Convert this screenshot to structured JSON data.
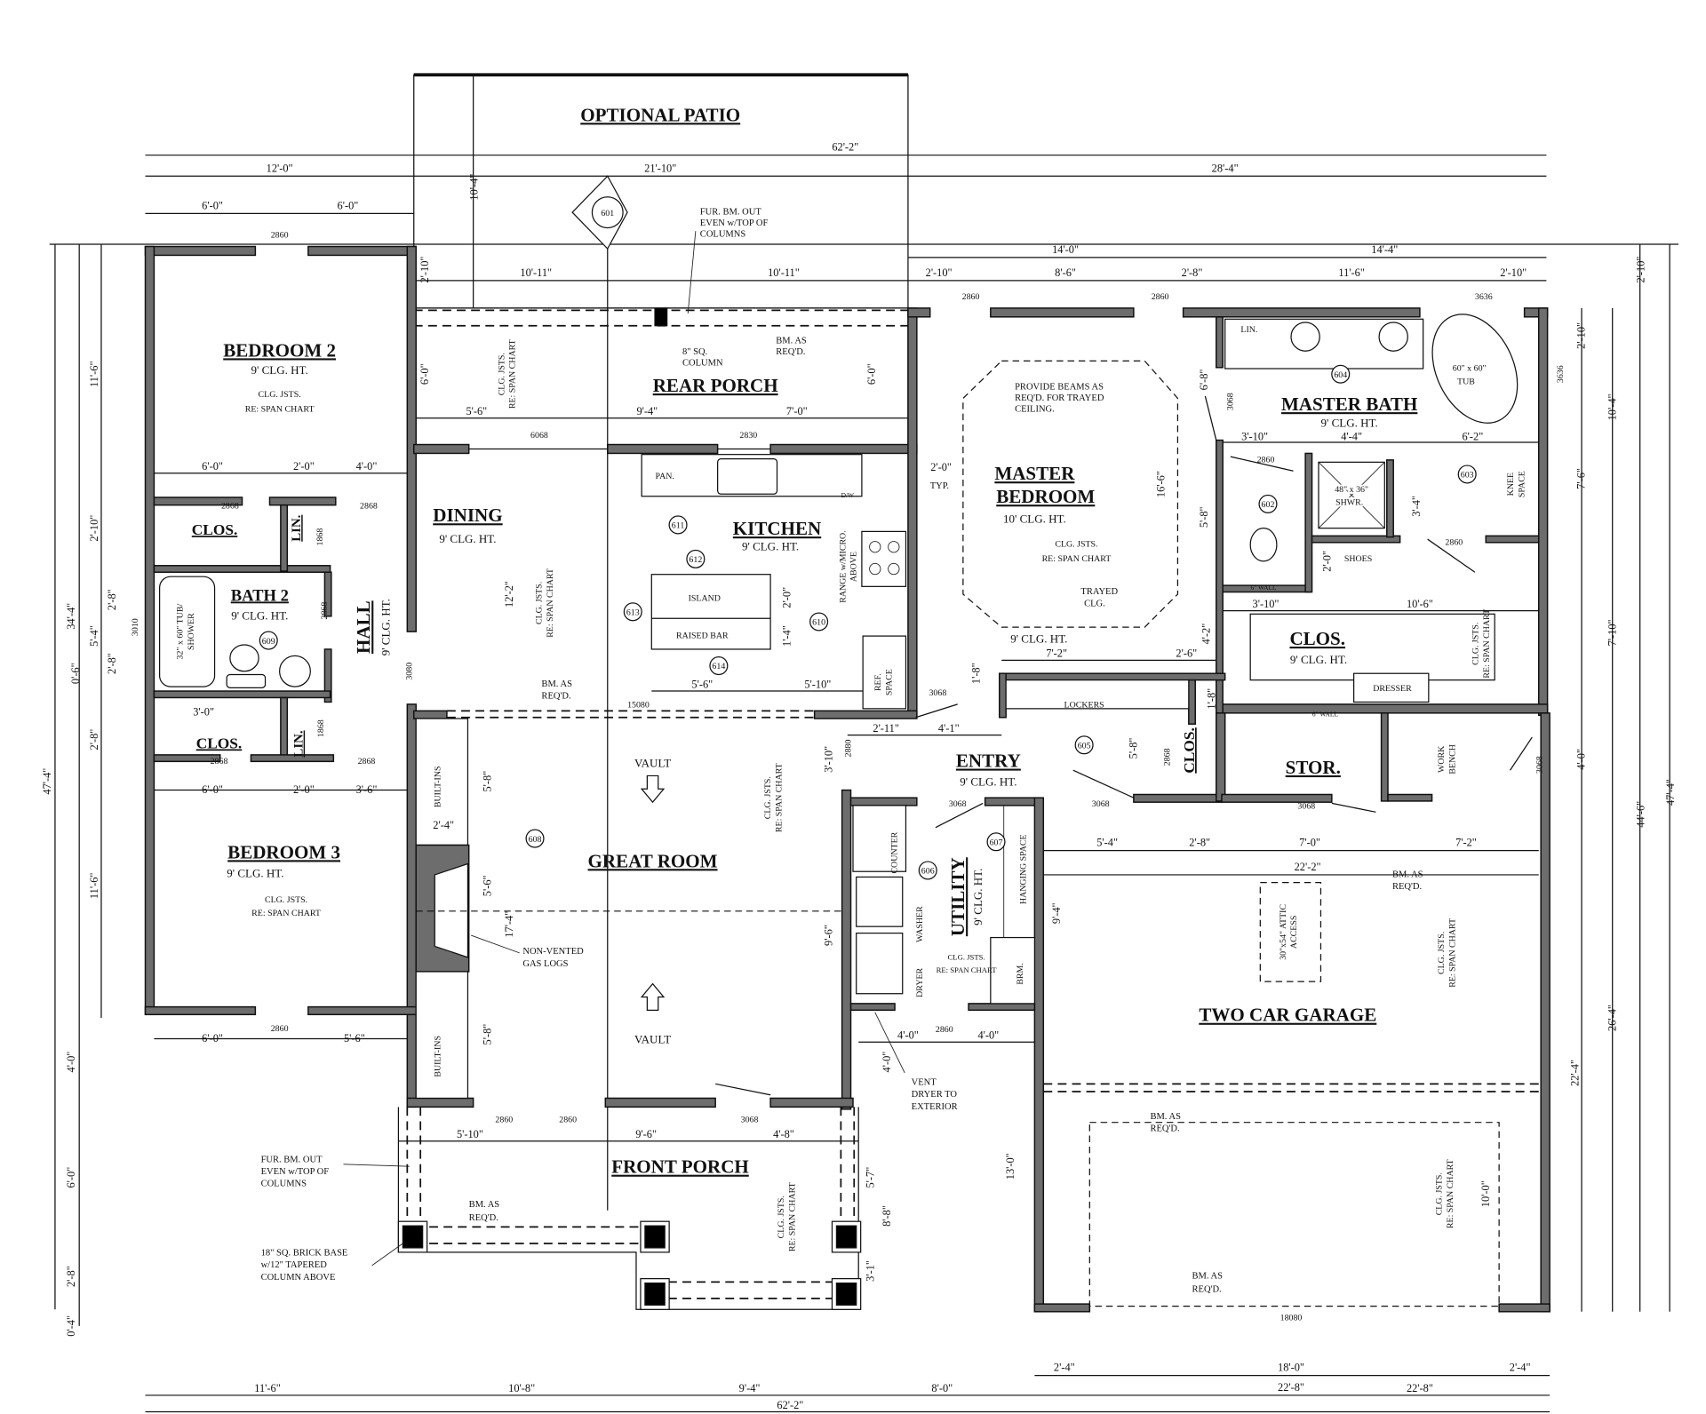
{
  "rooms": {
    "optional_patio": {
      "name": "OPTIONAL PATIO"
    },
    "rear_porch": {
      "name": "REAR PORCH"
    },
    "bedroom2": {
      "name": "BEDROOM 2",
      "ceiling": "9' CLG. HT.",
      "joists": "CLG. JSTS.",
      "span": "RE: SPAN CHART"
    },
    "closet1": {
      "name": "CLOS."
    },
    "linen1": {
      "name": "LIN."
    },
    "bath2": {
      "name": "BATH 2",
      "ceiling": "9' CLG. HT.",
      "tub": "32\" x 60\" TUB/",
      "tub2": "SHOWER"
    },
    "hall": {
      "name": "HALL",
      "ceiling": "9' CLG. HT."
    },
    "closet2": {
      "name": "CLOS."
    },
    "linen2": {
      "name": "LIN."
    },
    "bedroom3": {
      "name": "BEDROOM 3",
      "ceiling": "9' CLG. HT.",
      "joists": "CLG. JSTS.",
      "span": "RE: SPAN CHART"
    },
    "dining": {
      "name": "DINING",
      "ceiling": "9' CLG. HT.",
      "joists": "CLG. JSTS.",
      "span": "RE: SPAN CHART"
    },
    "kitchen": {
      "name": "KITCHEN",
      "ceiling": "9' CLG. HT.",
      "pantry": "PAN.",
      "dishwasher": "D/W",
      "island": "ISLAND",
      "raised_bar": "RAISED BAR",
      "range": "RANGE w/MICRO.",
      "range2": "ABOVE",
      "ref": "REF.",
      "ref2": "SPACE"
    },
    "great_room": {
      "name": "GREAT ROOM",
      "vault_top": "VAULT",
      "vault_bottom": "VAULT",
      "builtins_top": "BUILT-INS",
      "builtins_bottom": "BUILT-INS",
      "joists": "CLG. JSTS.",
      "span": "RE: SPAN CHART"
    },
    "master_bedroom": {
      "name": "MASTER",
      "name2": "BEDROOM",
      "ceiling": "10' CLG. HT.",
      "ceiling_edge": "9' CLG. HT.",
      "joists": "CLG. JSTS.",
      "span": "RE: SPAN CHART"
    },
    "master_bath": {
      "name": "MASTER BATH",
      "ceiling": "9' CLG. HT.",
      "linen": "LIN.",
      "tub": "60\" x 60\"",
      "tub2": "TUB",
      "shower": "48\" x 36\"",
      "shower2": "SHWR.",
      "shoes": "SHOES",
      "knee": "KNEE",
      "knee2": "SPACE"
    },
    "master_closet": {
      "name": "CLOS.",
      "ceiling": "9' CLG. HT.",
      "dresser": "DRESSER",
      "joists": "CLG. JSTS.",
      "span": "RE: SPAN CHART"
    },
    "entry": {
      "name": "ENTRY",
      "ceiling": "9' CLG. HT.",
      "lockers": "LOCKERS"
    },
    "entry_closet": {
      "name": "CLOS."
    },
    "utility": {
      "name": "UTILITY",
      "ceiling": "9' CLG. HT.",
      "counter": "COUNTER",
      "washer": "WASHER",
      "dryer": "DRYER",
      "hanging": "HANGING SPACE",
      "broom": "BRM.",
      "joists": "CLG. JSTS.",
      "span": "RE: SPAN CHART"
    },
    "storage": {
      "name": "STOR.",
      "bench": "WORK",
      "bench2": "BENCH"
    },
    "garage": {
      "name": "TWO CAR GARAGE",
      "attic": "30\"x54\" ATTIC",
      "attic2": "ACCESS",
      "joists": "CLG. JSTS.",
      "span": "RE: SPAN CHART"
    },
    "front_porch": {
      "name": "FRONT PORCH",
      "joists": "CLG. JSTS.",
      "span": "RE: SPAN CHART"
    }
  },
  "notes": {
    "fur_beam_top": [
      "FUR. BM. OUT",
      "EVEN w/TOP OF",
      "COLUMNS"
    ],
    "column_8": [
      "8\" SQ.",
      "COLUMN"
    ],
    "beam_rear": [
      "BM. AS",
      "REQ'D."
    ],
    "rear_joists": [
      "CLG. JSTS.",
      "RE: SPAN CHART"
    ],
    "beam_kitchen": [
      "BM. AS",
      "REQ'D."
    ],
    "trayed_beams": [
      "PROVIDE BEAMS AS",
      "REQ'D. FOR TRAYED",
      "CEILING."
    ],
    "trayed": [
      "TRAYED",
      "CLG."
    ],
    "typ": "TYP.",
    "gas_logs": [
      "NON-VENTED",
      "GAS LOGS"
    ],
    "vent_dryer": [
      "VENT",
      "DRYER TO",
      "EXTERIOR"
    ],
    "beam_garage1": [
      "BM. AS",
      "REQ'D."
    ],
    "beam_garage2": [
      "BM. AS",
      "REQ'D."
    ],
    "beam_garage3": [
      "BM. AS",
      "REQ'D."
    ],
    "beam_front": [
      "BM. AS",
      "REQ'D."
    ],
    "fur_beam_front": [
      "FUR. BM. OUT",
      "EVEN w/TOP OF",
      "COLUMNS"
    ],
    "brick_base": [
      "18\" SQ. BRICK BASE",
      "w/12\" TAPERED",
      "COLUMN ABOVE"
    ],
    "six_wall": "6\" WALL"
  },
  "tags": [
    "601",
    "602",
    "603",
    "604",
    "605",
    "606",
    "607",
    "608",
    "609",
    "610",
    "611",
    "612",
    "613",
    "614"
  ],
  "dims": {
    "top": [
      "62'-2\"",
      "12'-0\"",
      "21'-10\"",
      "28'-4\"",
      "6'-0\"",
      "6'-0\"",
      "14'-0\"",
      "14'-4\"",
      "10'-11\"",
      "10'-11\"",
      "2'-10\"",
      "8'-6\"",
      "2'-8\"",
      "11'-6\"",
      "2'-10\""
    ],
    "rear": [
      "10'-4\"",
      "2'-10\"",
      "6'-0\"",
      "6'-0\"",
      "5'-6\"",
      "9'-4\"",
      "7'-0\""
    ],
    "left": [
      "47'-4\"",
      "34'-4\"",
      "11'-6\"",
      "2'-10\"",
      "5'-4\"",
      "2'-8\"",
      "2'-8\"",
      "0'-6\"",
      "2'-8\"",
      "11'-6\"",
      "4'-0\"",
      "6'-0\"",
      "2'-8\"",
      "0'-4\""
    ],
    "bed": [
      "6'-0\"",
      "2'-0\"",
      "4'-0\"",
      "3'-0\"",
      "6'-0\"",
      "2'-0\"",
      "3'-6\"",
      "6'-0\"",
      "5'-6\""
    ],
    "center": [
      "12'-2\"",
      "2'-0\"",
      "1'-4\"",
      "5'-6\"",
      "5'-10\"",
      "2'-4\"",
      "5'-8\"",
      "5'-6\"",
      "17'-4\"",
      "5'-8\"",
      "3'-10\"",
      "9'-6\"",
      "2'-11\"",
      "4'-1\"",
      "1'-8\"",
      "7'-2\"",
      "2'-6\"",
      "5'-8\"",
      "1'-8\"",
      "4'-0\"",
      "4'-0\"",
      "4'-0\"",
      "9'-4\"",
      "2'-0\""
    ],
    "master": [
      "16'-6\"",
      "6'-8\"",
      "5'-8\"",
      "4'-2\"",
      "3'-10\"",
      "4'-4\"",
      "6'-2\"",
      "3'-4\"",
      "2'-0\"",
      "3'-10\"",
      "10'-6\""
    ],
    "right": [
      "2'-10\"",
      "2'-10\"",
      "7'-6\"",
      "10'-4\"",
      "7'-10\"",
      "4'-0\"",
      "44'-6\"",
      "47'-4\"",
      "26'-4\"",
      "22'-4\""
    ],
    "garage": [
      "5'-4\"",
      "2'-8\"",
      "7'-0\"",
      "7'-2\"",
      "22'-2\"",
      "10'-0\"",
      "13'-0\"",
      "2'-4\"",
      "18'-0\"",
      "2'-4\"",
      "22'-8\""
    ],
    "porch": [
      "5'-10\"",
      "9'-6\"",
      "4'-8\"",
      "5'-7\"",
      "8'-8\"",
      "3'-1\""
    ],
    "bottom": [
      "11'-6\"",
      "10'-8\"",
      "9'-4\"",
      "8'-0\"",
      "22'-8\"",
      "62'-2\""
    ]
  },
  "openings": {
    "codes": [
      "2860",
      "2860",
      "2860",
      "2868",
      "2868",
      "1868",
      "2868",
      "3010",
      "2868",
      "2868",
      "1868",
      "2860",
      "3080",
      "6068",
      "2830",
      "15080",
      "2880",
      "2860",
      "2860",
      "3068",
      "3068",
      "3068",
      "3068",
      "2868",
      "3068",
      "3068",
      "2860",
      "2860",
      "2860",
      "3636",
      "3068",
      "2868",
      "2868",
      "3636",
      "18080"
    ]
  }
}
